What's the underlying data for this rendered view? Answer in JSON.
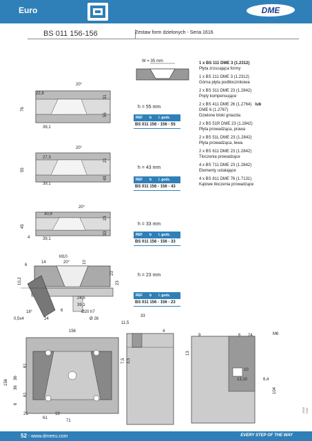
{
  "header": {
    "section": "Euro",
    "brand": "DME"
  },
  "title": {
    "code": "BS 011 156-156",
    "subtitle": "Zestaw form dzielonych - Seria 1616"
  },
  "drawing1": {
    "w_label": "W = 35 mm",
    "dims": {
      "a": "22,8",
      "b": "20°",
      "c": "39,1",
      "d": "76",
      "e": "31",
      "f": "55"
    },
    "h_label": "h = 55 mm",
    "ref": {
      "k1": "REF",
      "k2": "b",
      "k3": "l. godz.",
      "value": "BS 011 156 - 156 - 55"
    }
  },
  "drawing2": {
    "dims": {
      "a": "27,3",
      "b": "20°",
      "c": "39,1",
      "d": "55",
      "e": "21",
      "f": "43"
    },
    "h_label": "h = 43 mm",
    "ref": {
      "k1": "REF",
      "k2": "b",
      "k3": "l. godz.",
      "value": "BS 011 156 - 156 - 43"
    }
  },
  "drawing3": {
    "dims": {
      "a": "30,9",
      "b": "20°",
      "c": "39,1",
      "d": "45",
      "e": "23",
      "f": "33",
      "g": "4"
    },
    "h_label": "h = 33 mm",
    "ref": {
      "k1": "REF",
      "k2": "b",
      "k3": "l. godz.",
      "value": "BS 011 156 - 156 - 33"
    }
  },
  "drawing4": {
    "dims": {
      "a": "M10",
      "b": "20°",
      "c": "10",
      "d": "23",
      "e": "23",
      "f": "24,5",
      "g": "39,1",
      "h": "18°",
      "i": "6",
      "j": "Ø20 h7",
      "k": "0,5x4",
      "l": "24",
      "m": "Ø 26",
      "n": "14",
      "o": "6",
      "p": "10,2"
    },
    "h_label": "h = 23 mm",
    "ref": {
      "k1": "REF",
      "k2": "b",
      "k3": "l. godz.",
      "value": "BS 011 156 - 156 - 23"
    }
  },
  "bottom": {
    "dims": {
      "a": "156",
      "b": "156",
      "c": "61",
      "d": "36",
      "e": "61",
      "f": "36",
      "g": "6",
      "h": "21",
      "i": "19",
      "j": "61",
      "k": "71",
      "l": "11,5",
      "m": "33",
      "n": "4",
      "o": "7,5",
      "p": "3,5",
      "q": "13",
      "r": "9",
      "s": "6",
      "t": "24",
      "u": "M6",
      "v": "10",
      "w": "13,10",
      "x": "6,4",
      "y": "104"
    }
  },
  "parts": [
    {
      "qty": "1 x BS 111 DME 3 (1.2312)",
      "desc": "Płyta zrzucająca formy",
      "bold": true
    },
    {
      "qty": "1 x BS 211 DME 3 (1.2312)",
      "desc": "Górna płyta podtłocznikowa"
    },
    {
      "qty": "2 x BS 311 DME 23 (1.2842)",
      "desc": "Pręty kompensujące"
    },
    {
      "qty": "2 x BS 411 DME 26 (1.2764)",
      "extra": "lub",
      "qty2": "DME 6 (1.2767)",
      "desc": "Dzielone bloki gniazda"
    },
    {
      "qty": "2 x BS 51R DME 23 (1.2842)",
      "desc": "Płyta prowadząca, prawa"
    },
    {
      "qty": "2 x BS 51L DME 23 (1.2842)",
      "desc": "Płyta prowadząca, lewa"
    },
    {
      "qty": "2 x BS 611 DME 23 (1.2842)",
      "desc": "Tłoczenia prowadzące"
    },
    {
      "qty": "4 x BS 711 DME 23 (1.2842)",
      "desc": "Elementy ustalające"
    },
    {
      "qty": "4 x BS 811 DME 76 (1.7131)",
      "desc": "Kątowe tłoczenia prowadzące"
    }
  ],
  "footer": {
    "page": "52",
    "url": " - www.dmeeu.com",
    "slogan": "EVERY STEP OF THE WAY",
    "code": "2E05 DM1"
  }
}
